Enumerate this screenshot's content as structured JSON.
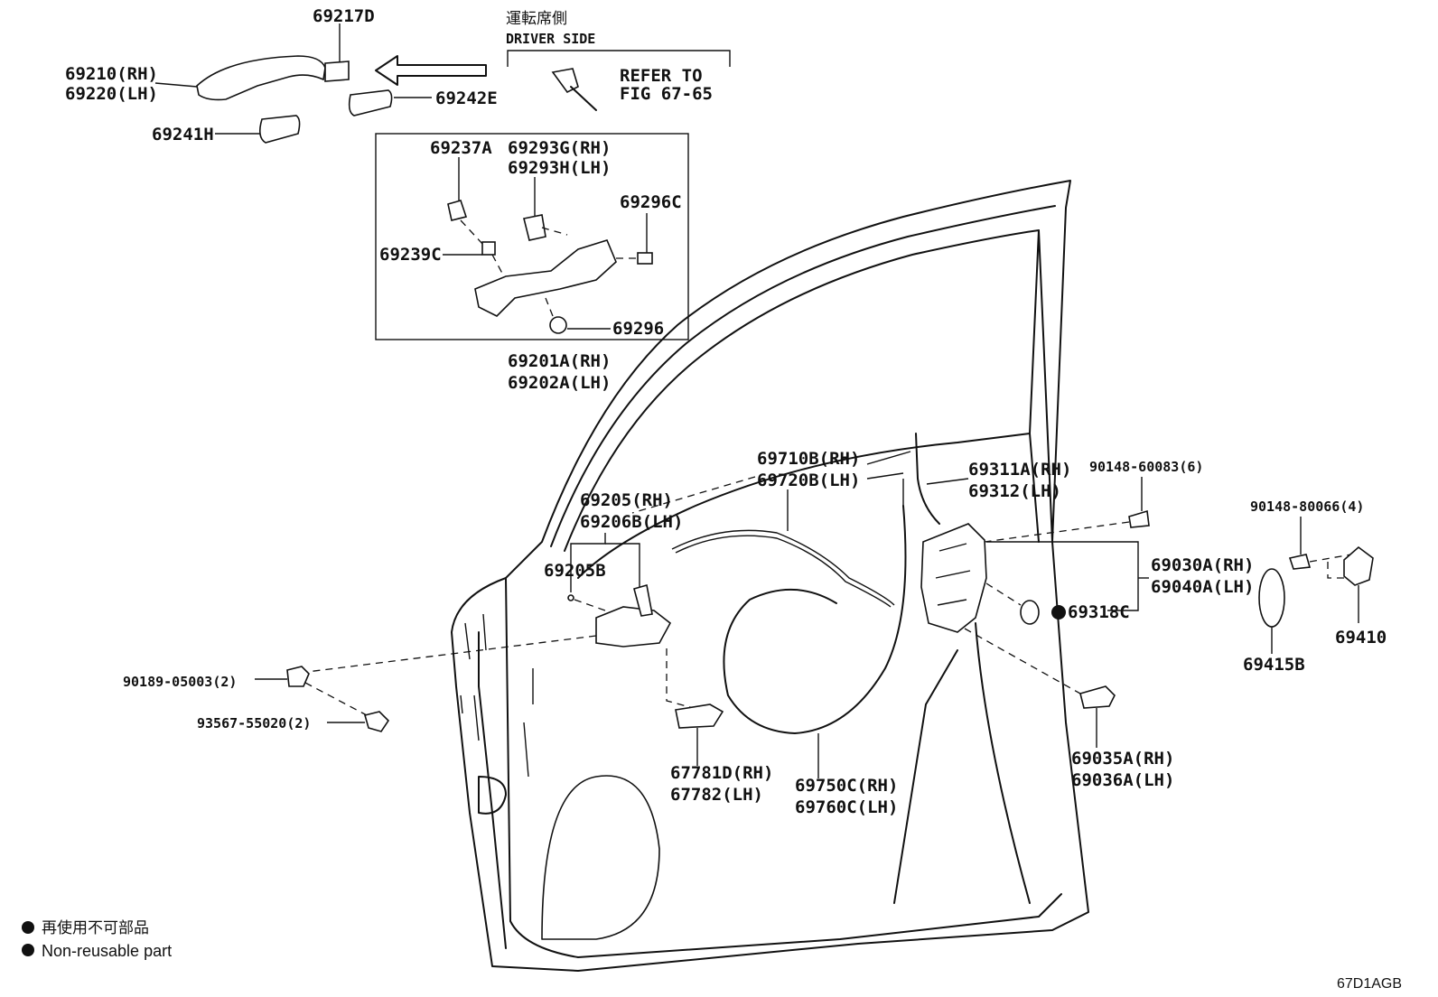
{
  "labels": {
    "p69217D": "69217D",
    "p69210RH": "69210(RH)",
    "p69220LH": "69220(LH)",
    "p69242E": "69242E",
    "p69241H": "69241H",
    "jp_driver": "運転席側",
    "driver_side": "DRIVER  SIDE",
    "refer_to": "REFER TO",
    "fig": "FIG 67-65",
    "p69237A": "69237A",
    "p69293G": "69293G(RH)",
    "p69293H": "69293H(LH)",
    "p69296C": "69296C",
    "p69239C": "69239C",
    "p69296": "69296",
    "p69201A": "69201A(RH)",
    "p69202A": "69202A(LH)",
    "p69710B": "69710B(RH)",
    "p69720B": "69720B(LH)",
    "p69311A": "69311A(RH)",
    "p69312": "69312(LH)",
    "p90148_60083": "90148-60083(6)",
    "p90148_80066": "90148-80066(4)",
    "p69205RH": "69205(RH)",
    "p69206B": "69206B(LH)",
    "p69205B": "69205B",
    "p69030A": "69030A(RH)",
    "p69040A": "69040A(LH)",
    "p69318C": "69318C",
    "p69410": "69410",
    "p69415B": "69415B",
    "p90189": "90189-05003(2)",
    "p93567": "93567-55020(2)",
    "p69035A": "69035A(RH)",
    "p69036A": "69036A(LH)",
    "p67781D": "67781D(RH)",
    "p67782": "67782(LH)",
    "p69750C": "69750C(RH)",
    "p69760C": "69760C(LH)"
  },
  "legend": {
    "jp": "再使用不可部品",
    "en": "Non-reusable part"
  },
  "figure_code": "67D1AGB"
}
